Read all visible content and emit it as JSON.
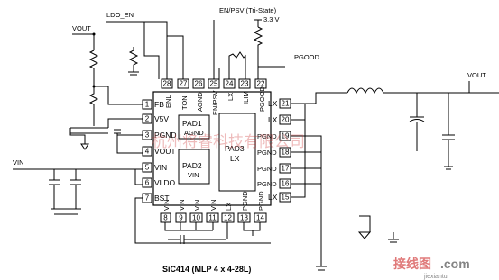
{
  "chip": {
    "caption": "SiC414 (MLP 4 x 4-28L)",
    "pads": [
      {
        "name": "PAD1",
        "sub": "AGND"
      },
      {
        "name": "PAD2",
        "sub": "VIN"
      },
      {
        "name": "PAD3",
        "sub": "LX"
      }
    ],
    "left_pins": [
      {
        "num": "1",
        "label": "FB"
      },
      {
        "num": "2",
        "label": "V5V"
      },
      {
        "num": "3",
        "label": "PGND"
      },
      {
        "num": "4",
        "label": "VOUT"
      },
      {
        "num": "5",
        "label": "VIN"
      },
      {
        "num": "6",
        "label": "VLDO"
      },
      {
        "num": "7",
        "label": "BST"
      }
    ],
    "bottom_pins": [
      {
        "num": "8",
        "label": "VIN"
      },
      {
        "num": "9",
        "label": "VIN"
      },
      {
        "num": "10",
        "label": "VIN"
      },
      {
        "num": "11",
        "label": "VIN"
      },
      {
        "num": "12",
        "label": "LX"
      },
      {
        "num": "13",
        "label": "PGND"
      },
      {
        "num": "14",
        "label": "PGND"
      }
    ],
    "right_pins": [
      {
        "num": "21",
        "label": "LX"
      },
      {
        "num": "20",
        "label": "LX"
      },
      {
        "num": "19",
        "label": "PGND"
      },
      {
        "num": "18",
        "label": "PGND"
      },
      {
        "num": "17",
        "label": "PGND"
      },
      {
        "num": "16",
        "label": "PGND"
      },
      {
        "num": "15",
        "label": "LX"
      }
    ],
    "top_pins": [
      {
        "num": "28",
        "label": "ENL"
      },
      {
        "num": "27",
        "label": "TON"
      },
      {
        "num": "26",
        "label": "AGND"
      },
      {
        "num": "25",
        "label": "EN/PSV"
      },
      {
        "num": "24",
        "label": "LX"
      },
      {
        "num": "23",
        "label": "ILIM"
      },
      {
        "num": "22",
        "label": "PGOOD"
      }
    ]
  },
  "nets": {
    "ldo_en": "LDO_EN",
    "en_psv": "EN/PSV (Tri-State)",
    "v33": "3.3 V",
    "pgood": "PGOOD",
    "vout": "VOUT",
    "vin": "VIN"
  },
  "watermark": [
    "杭州将睿科技有限公司",
    "接线图",
    ".com",
    "jiexiantu"
  ]
}
